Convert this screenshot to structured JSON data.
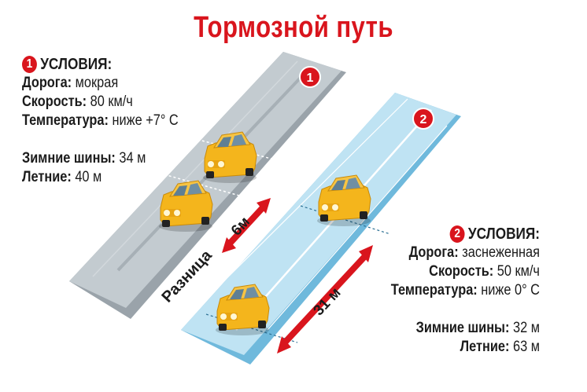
{
  "title": "Тормозной путь",
  "condition1": {
    "number": "1",
    "heading": "УСЛОВИЯ:",
    "road_label": "Дорога:",
    "road_value": "мокрая",
    "speed_label": "Скорость:",
    "speed_value": "80 км/ч",
    "temp_label": "Температура:",
    "temp_value": "ниже +7° С",
    "winter_label": "Зимние шины:",
    "winter_value": "34 м",
    "summer_label": "Летние:",
    "summer_value": "40 м"
  },
  "condition2": {
    "number": "2",
    "heading": "УСЛОВИЯ:",
    "road_label": "Дорога:",
    "road_value": "заснеженная",
    "speed_label": "Скорость:",
    "speed_value": "50 км/ч",
    "temp_label": "Температура:",
    "temp_value": "ниже 0° С",
    "winter_label": "Зимние шины:",
    "winter_value": "32 м",
    "summer_label": "Летние:",
    "summer_value": "63 м"
  },
  "road1_badge": "1",
  "road2_badge": "2",
  "difference_label": "Разница",
  "difference1_value": "6м",
  "difference2_value": "31 м",
  "colors": {
    "accent_red": "#d9151d",
    "wet_road": "#c3cbd0",
    "snow_road": "#bfe3f3",
    "car_yellow": "#f4b51c"
  }
}
